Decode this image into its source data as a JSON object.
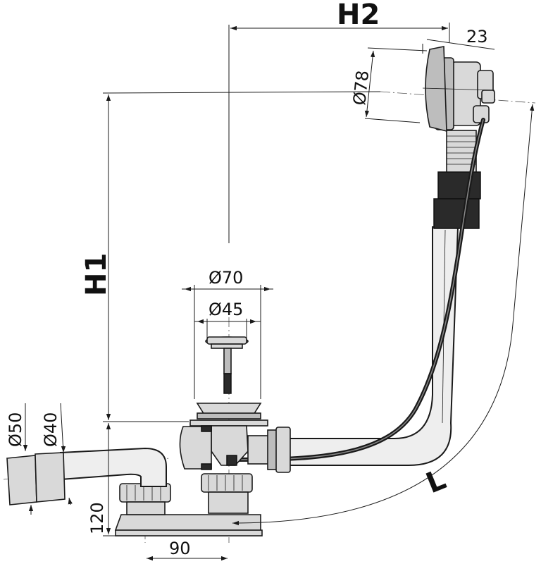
{
  "labels": {
    "h2": "H2",
    "h1": "H1",
    "l": "L",
    "d23": "23",
    "d78": "Ø78",
    "d70": "Ø70",
    "d45": "Ø45",
    "d50": "Ø50",
    "d40": "Ø40",
    "d120": "120",
    "d90": "90"
  },
  "colors": {
    "line": "#1a1a1a",
    "metal": "#bdbdbd",
    "pipe": "#eeeeee",
    "seal": "#2a2a2a"
  }
}
